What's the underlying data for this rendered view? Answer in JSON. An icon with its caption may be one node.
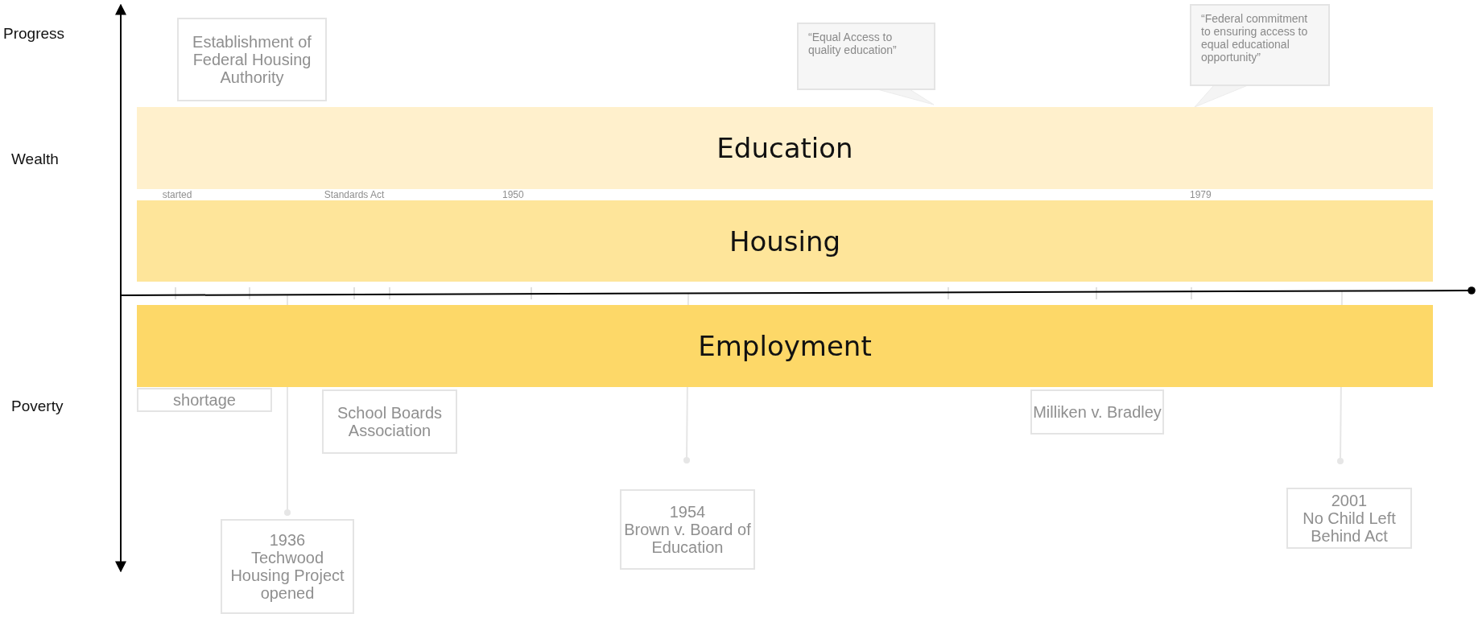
{
  "diagram": {
    "nodes": [
      {
        "text": [
          "Establishment of Federal Housing Authority"
        ]
      },
      {
        "text": [
          "started"
        ]
      },
      {
        "text": [
          "Standards Act"
        ]
      },
      {
        "text": [
          "“Equal Access to quality education”"
        ]
      },
      {
        "text": [
          "“Federal commitment to ensuring access to equal educational opportunity”"
        ]
      },
      {
        "text": [
          "Education"
        ]
      },
      {
        "text": [
          "Housing"
        ]
      },
      {
        "text": [
          "Employment"
        ]
      },
      {
        "text": [
          "shortage"
        ]
      },
      {
        "text": [
          "School Boards Association"
        ]
      },
      {
        "text": [
          "Milliken v. Bradley"
        ]
      },
      {
        "text": [
          "1936",
          "Techwood Housing Project opened"
        ]
      },
      {
        "text": [
          "1954",
          "Brown v. Board of Education"
        ]
      },
      {
        "text": [
          "2001",
          "No Child Left Behind Act"
        ]
      }
    ],
    "edges": [],
    "labels": [
      "Progress",
      "Wealth",
      "1950",
      "1979",
      "Poverty"
    ]
  }
}
